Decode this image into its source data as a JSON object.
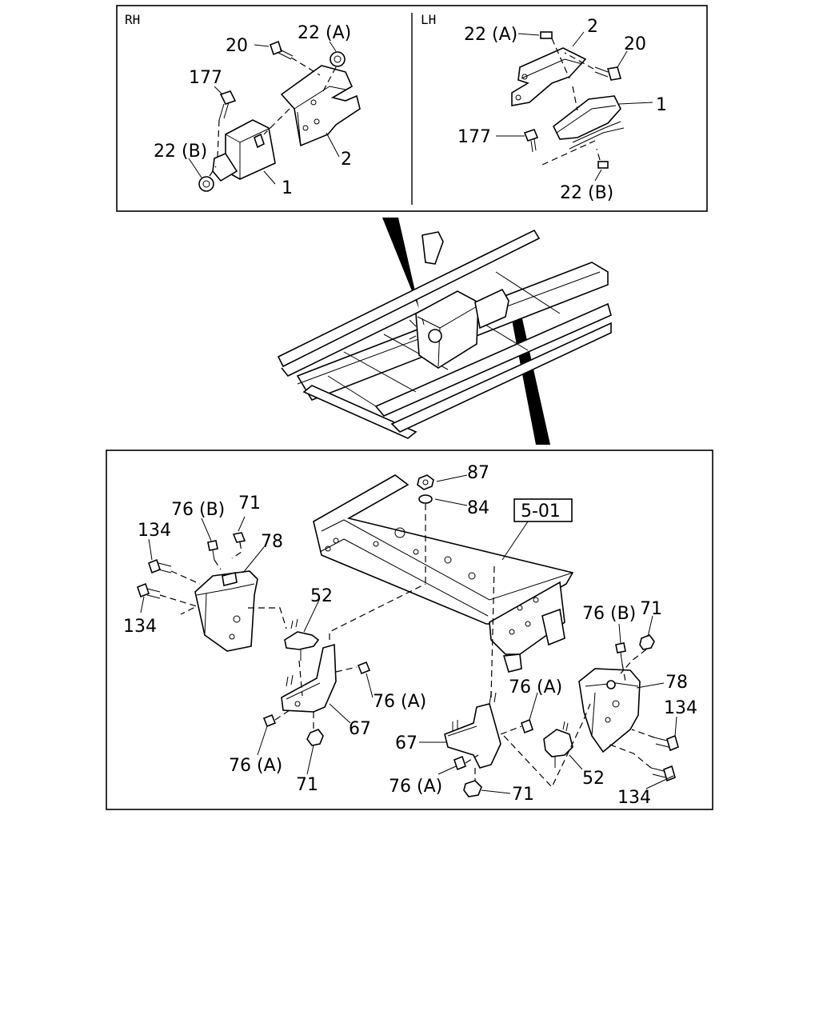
{
  "panels": {
    "rh": {
      "side_label": "RH",
      "callouts": [
        "20",
        "22 (A)",
        "177",
        "22 (B)",
        "2",
        "1"
      ]
    },
    "lh": {
      "side_label": "LH",
      "callouts": [
        "22 (A)",
        "2",
        "20",
        "1",
        "177",
        "22 (B)"
      ]
    },
    "bottom": {
      "reference_box": "5-01",
      "callouts": [
        "87",
        "84",
        "76 (B)",
        "71",
        "134",
        "78",
        "134",
        "52",
        "76 (A)",
        "67",
        "76 (A)",
        "71",
        "76 (B)",
        "71",
        "78",
        "134",
        "76 (A)",
        "67",
        "76 (A)",
        "71",
        "52",
        "134"
      ]
    }
  }
}
